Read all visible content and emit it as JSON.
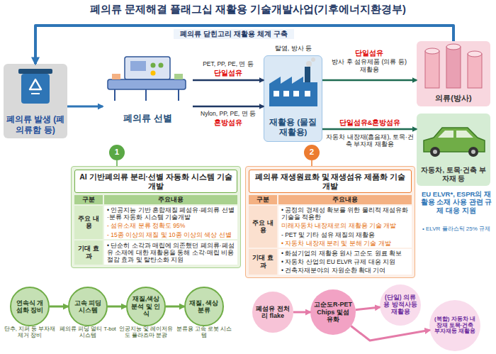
{
  "diagram": {
    "title": "폐의류 문제해결 플래그십 재활용 기술개발사업(기후에너지환경부)",
    "nodes": [
      {
        "text": [
          "폐의류 발생 (폐의류함 등)"
        ]
      },
      {
        "text": [
          "폐의류 선별"
        ]
      },
      {
        "text": [
          "재활용 (물질재활용)"
        ]
      },
      {
        "text": [
          "의류(방사)"
        ]
      },
      {
        "text": [
          "자동차, 토목·건축 부자재 등"
        ]
      },
      {
        "text": [
          "1"
        ]
      },
      {
        "text": [
          "2"
        ]
      },
      {
        "text": [
          "AI 기반폐의류 분리·선별 자동화 시스템 기술개발",
          "구분",
          "주요내용",
          "주요 내용",
          "• 인공지능 기반 혼합재질 폐섬유·폐의류 선별·분류 자동화 시스템 기술개발",
          "- 섬유소재 분류 정확도 95%",
          "- 15종 이상의 재질 및 10종 이상의 색상 선별",
          "기대 효과",
          "• 단순히 소각과 매립에 의존했던 폐의류·폐섬유 소재에 대한 재활용을 통해 소각·매립 비용 절감 효과 및 탈탄소화 지원"
        ]
      },
      {
        "text": [
          "폐의류 재생원료화 및 재생섬유 제품화 기술개발",
          "구분",
          "주요내용",
          "주요 내용",
          "• 공정의 경제성 확보를 위한 물리적 재섬유화 기술을 적용한",
          "미래자동차 내장재로의 재활용 기술 개발",
          "- PET 및 기타 섬유 재질의 재활용",
          "• 자동차 내장재 분리 및 분해 기술 개발",
          "기대 효과",
          "• 화섬기업의 재활용 원사 고순도 원료 확보",
          "• 자동차 산업의 EU ELVR 규제 대응 지원",
          "• 건축자재분야의 자원순환 확대 기여"
        ]
      },
      {
        "text": [
          "연속식 개섬화 장비",
          "단추, 지퍼 등 부자재 제거 장비"
        ]
      },
      {
        "text": [
          "고속 피딩 시스템",
          "폐의류 피딩 멀티 T-bot 시스템"
        ]
      },
      {
        "text": [
          "재질,색상 분석 및 인식",
          "인공지능 및 레이저유도 플라즈마 분광"
        ]
      },
      {
        "text": [
          "재질, 색상 분류",
          "분류용 고속 로봇 시스템"
        ]
      },
      {
        "text": [
          "폐섬유 전처리 flake"
        ]
      },
      {
        "text": [
          "고순도R-PET Chips 및섬유화"
        ]
      },
      {
        "text": [
          "(단일) 의류용 방적사등 재활용"
        ]
      },
      {
        "text": [
          "(복합) 자동차 내장재 토목·건축 부자재등 재활용"
        ]
      }
    ],
    "edges": [
      {
        "from": 3,
        "to": 0,
        "arrow": "to",
        "label": "폐의류 닫힌고리 재활용 체계 구축"
      },
      {
        "from": 0,
        "to": 1,
        "arrow": "to"
      },
      {
        "from": 1,
        "to": 2,
        "arrow": "to",
        "label": "PET, PP, PE, 면 등"
      },
      {
        "from": 1,
        "to": 2,
        "arrow": "to",
        "label": "Nylon, PP, PE, 면 등"
      },
      {
        "from": 2,
        "to": 3,
        "arrow": "to",
        "label": "방사 후 섬유제품 (의류 등) 재활용"
      },
      {
        "from": 2,
        "to": 4,
        "arrow": "to",
        "label": "자동차 내장재(흡음재), 토목·건축 부자재 재활용"
      },
      {
        "from": 5,
        "to": 7,
        "arrow": "none"
      },
      {
        "from": 6,
        "to": 8,
        "arrow": "none"
      },
      {
        "from": 9,
        "to": 10,
        "arrow": "to"
      },
      {
        "from": 10,
        "to": 11,
        "arrow": "to"
      },
      {
        "from": 11,
        "to": 12,
        "arrow": "to"
      },
      {
        "from": 13,
        "to": 14,
        "arrow": "to"
      },
      {
        "from": 14,
        "to": 15,
        "arrow": "to"
      },
      {
        "from": 14,
        "to": 16,
        "arrow": "to"
      }
    ],
    "labels": [
      "단일섬유",
      "혼방섬유",
      "탈염, 방사 등",
      "단일섬유",
      "단일섬유&혼방섬유",
      "EU ELVR*, ESPR의 재활용 소재 사용 관련 규제 대응 지원",
      "• ELVR 플라스틱 25% 규제"
    ]
  }
}
